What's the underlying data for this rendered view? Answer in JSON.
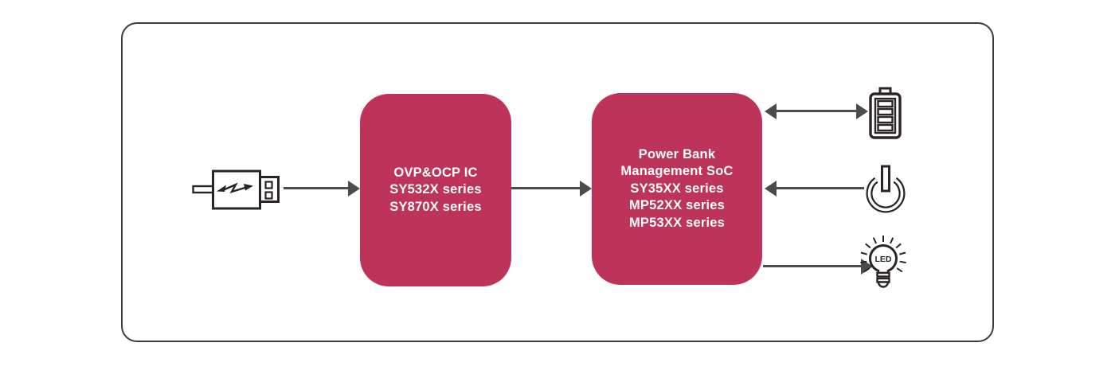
{
  "nodes": {
    "ovp_ocp": {
      "lines": [
        "OVP&OCP IC",
        "SY532X series",
        "SY870X series"
      ]
    },
    "soc": {
      "lines": [
        "Power Bank",
        "Management SoC",
        "SY35XX series",
        "MP52XX series",
        "MP53XX series"
      ]
    }
  },
  "outputs": {
    "battery": {
      "icon": "battery-icon",
      "arrow": "bidirectional"
    },
    "power_button": {
      "icon": "power-button-icon",
      "arrow": "into-soc"
    },
    "led": {
      "icon": "led-bulb-icon",
      "arrow": "from-soc",
      "label": "LED"
    }
  },
  "input": {
    "icon": "usb-charger-icon",
    "arrow": "into-ovp-ocp"
  },
  "colors": {
    "node_fill": "#BE3359",
    "arrow": "#4C4C4C",
    "icon": "#2B2425",
    "frame_border": "#3C3C3C"
  }
}
